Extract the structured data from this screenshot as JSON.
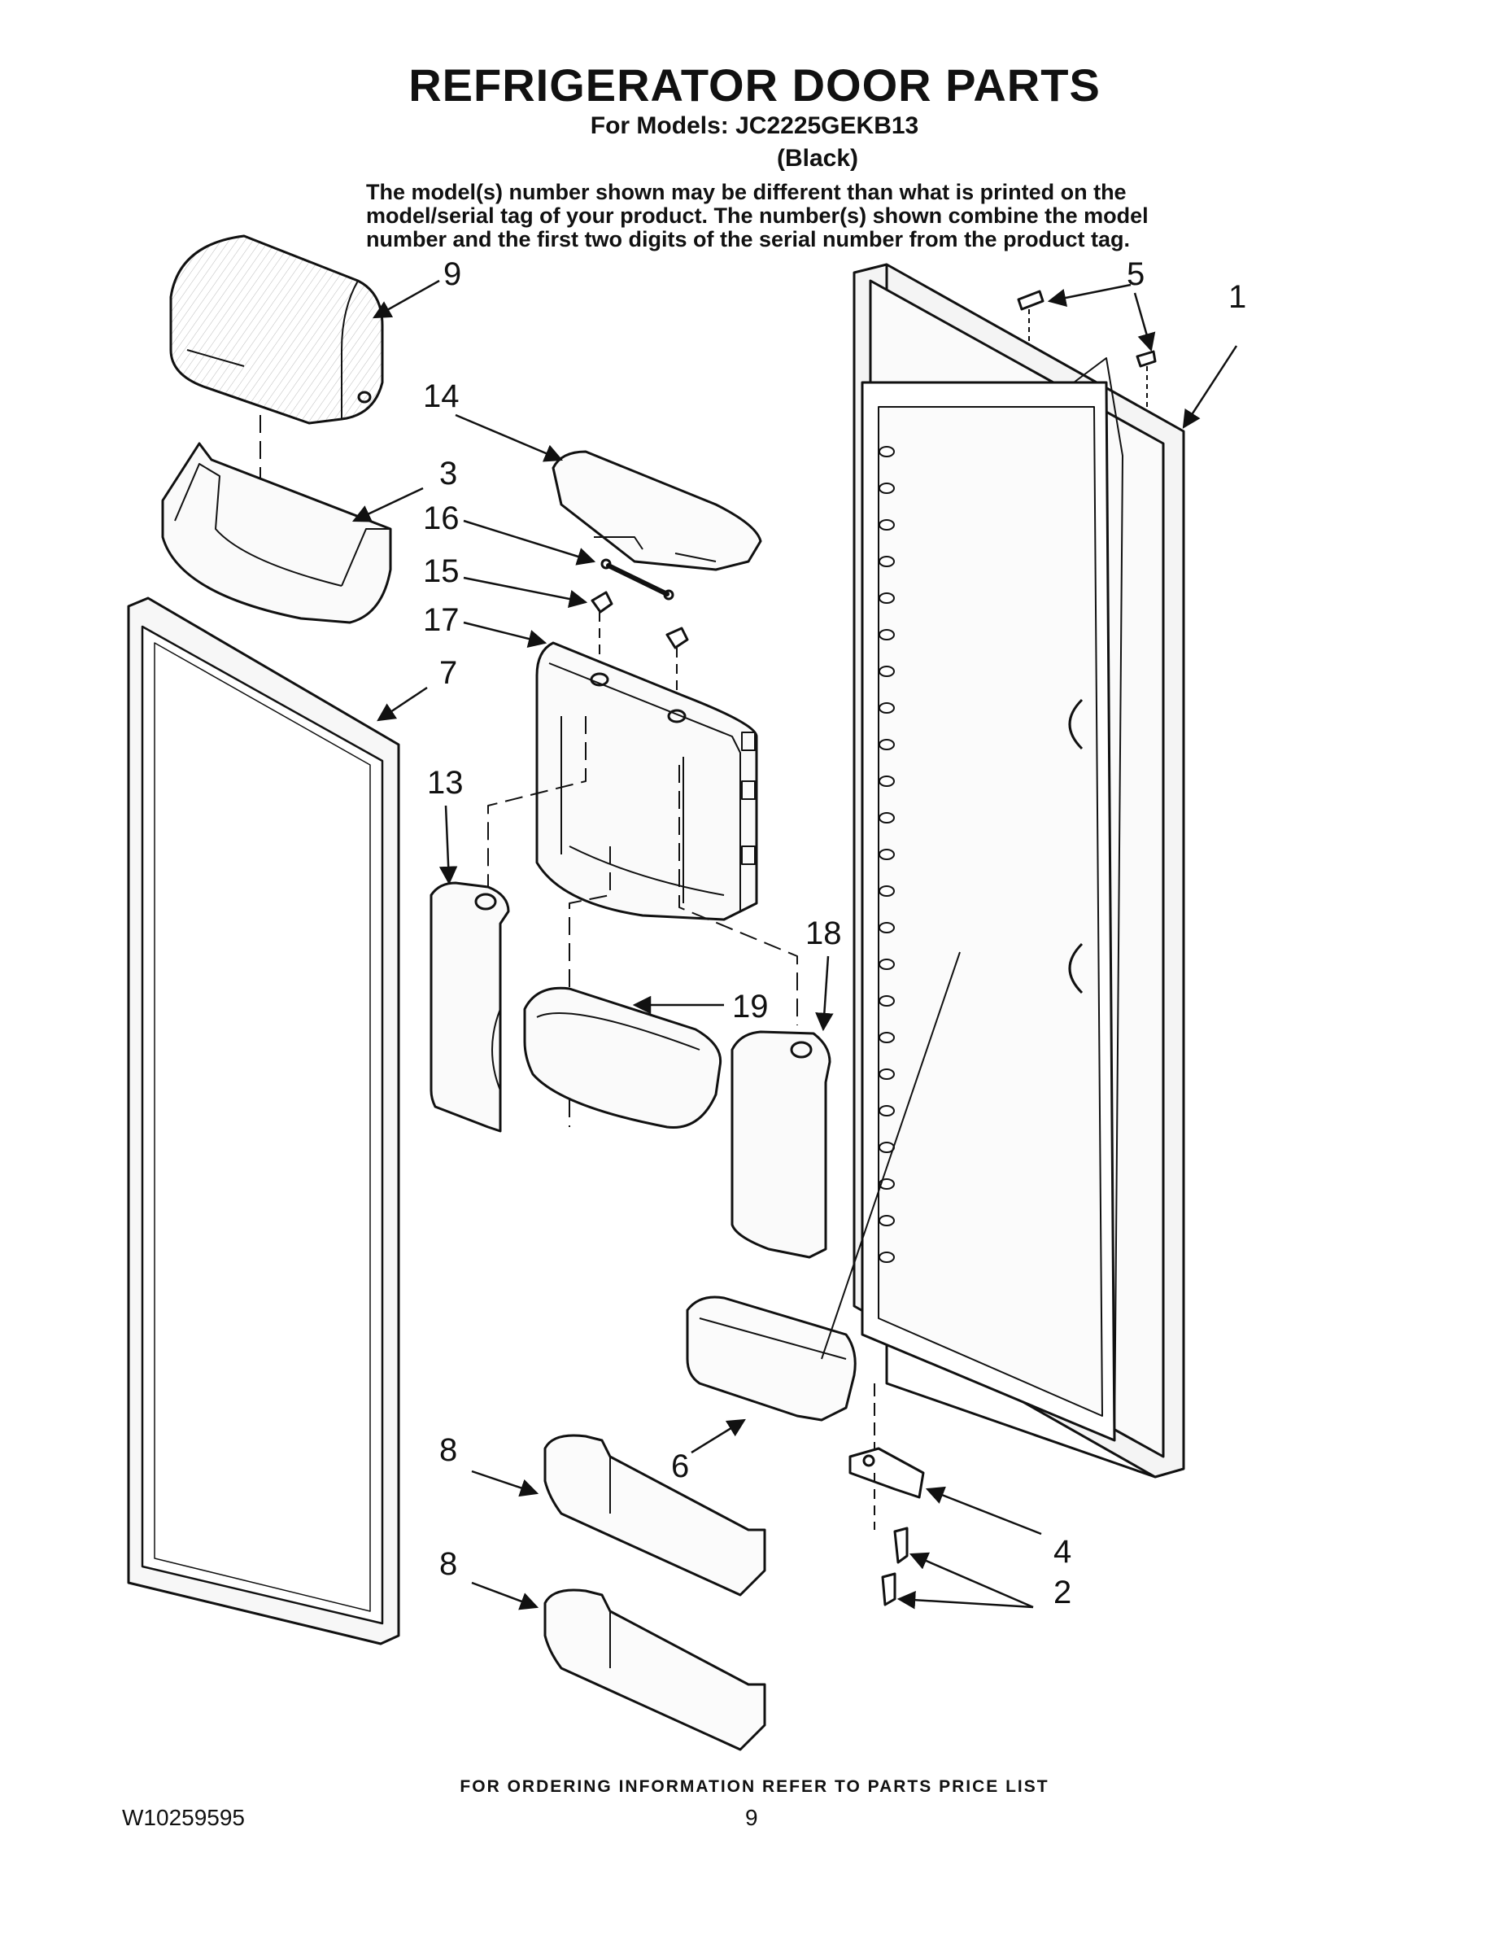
{
  "header": {
    "title": "REFRIGERATOR DOOR PARTS",
    "models": "For Models: JC2225GEKB13",
    "color": "(Black)",
    "disclaimer_lines": [
      "The model(s) number shown may be different than what is printed on the",
      "model/serial tag of your product. The number(s) shown combine the model",
      "number and the first two digits of the serial number from the product tag."
    ]
  },
  "callouts": {
    "c1": "1",
    "c2": "2",
    "c3": "3",
    "c4": "4",
    "c5": "5",
    "c6": "6",
    "c7": "7",
    "c8a": "8",
    "c8b": "8",
    "c9": "9",
    "c13": "13",
    "c14": "14",
    "c15": "15",
    "c16": "16",
    "c17": "17",
    "c18": "18",
    "c19": "19"
  },
  "footer": {
    "ordering_note": "FOR ORDERING INFORMATION REFER TO PARTS PRICE LIST",
    "doc_number": "W10259595",
    "page_number": "9"
  }
}
